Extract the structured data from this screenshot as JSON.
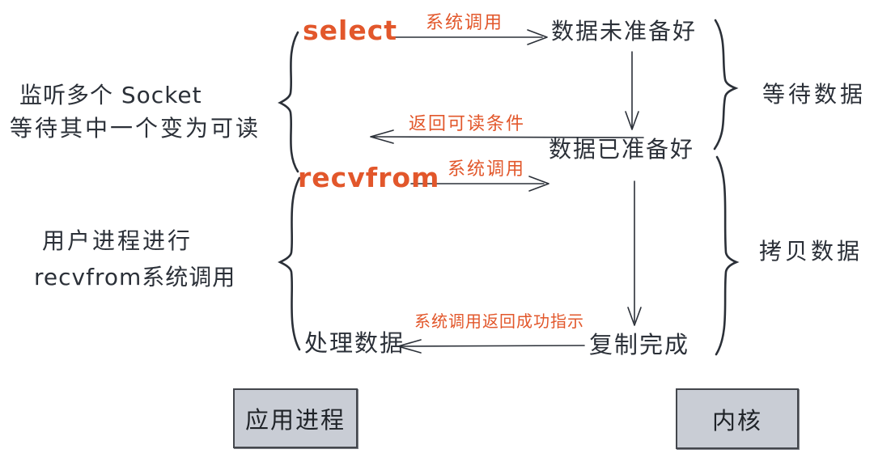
{
  "diagram": {
    "left_column": {
      "select_call": "select",
      "recvfrom_call": "recvfrom",
      "listen_note_line1": "监听多个 Socket",
      "listen_note_line2": "等待其中一个变为可读",
      "recvfrom_note_line1": "用户进程进行",
      "recvfrom_note_line2": "recvfrom系统调用",
      "process_step": "处理数据"
    },
    "kernel_column": {
      "state_not_ready": "数据未准备好",
      "state_ready": "数据已准备好",
      "state_copy_done": "复制完成"
    },
    "arrow_labels": {
      "select_syscall": "系统调用",
      "recvfrom_syscall": "系统调用",
      "return_readable": "返回可读条件",
      "return_success": "系统调用返回成功指示"
    },
    "phases": {
      "waiting": "等待数据",
      "copying": "拷贝数据"
    },
    "boxes": {
      "application": "应用进程",
      "kernel": "内核"
    }
  },
  "colors": {
    "ink": "#2b3038",
    "accent": "#e2572b",
    "box_fill": "#c9cdd5",
    "box_border": "#43464c",
    "background": "#ffffff"
  }
}
